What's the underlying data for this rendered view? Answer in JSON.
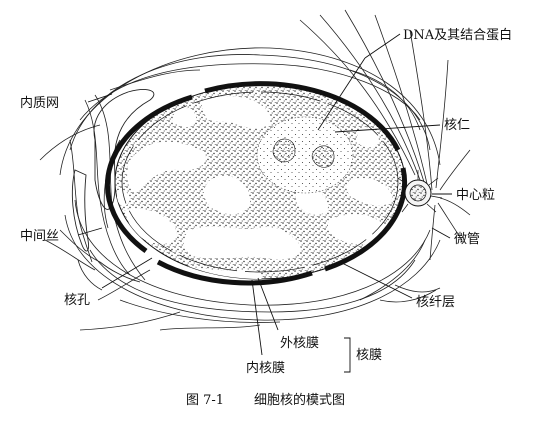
{
  "labels": {
    "dna_protein": "DNA及其结合蛋白",
    "er": "内质网",
    "nucleolus": "核仁",
    "centriole": "中心粒",
    "intermediate_filament": "中间丝",
    "microtubule": "微管",
    "nuclear_lamina": "核纤层",
    "nuclear_pore": "核孔",
    "outer_membrane": "外核膜",
    "inner_membrane": "内核膜",
    "nuclear_envelope": "核膜"
  },
  "caption": {
    "number": "图 7-1",
    "title": "细胞核的模式图"
  }
}
